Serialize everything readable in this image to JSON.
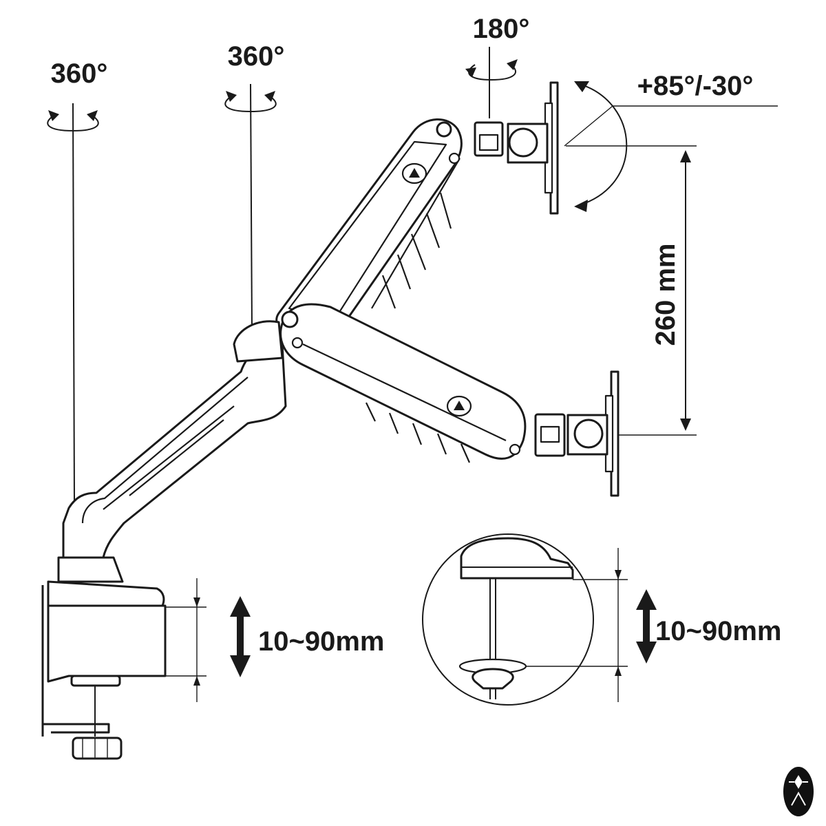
{
  "labels": {
    "base_rotation": "360°",
    "arm_rotation": "360°",
    "head_swivel": "180°",
    "tilt": "+85°/-30°",
    "height_travel": "260 mm",
    "clamp_thickness": "10~90mm",
    "grommet_thickness": "10~90mm"
  },
  "colors": {
    "ink": "#1a1a1a",
    "background": "#ffffff"
  },
  "icons": {
    "rotation": "rotation-arrow-icon",
    "double_arrow": "double-arrow-icon",
    "logo": "logo-badge-icon"
  }
}
